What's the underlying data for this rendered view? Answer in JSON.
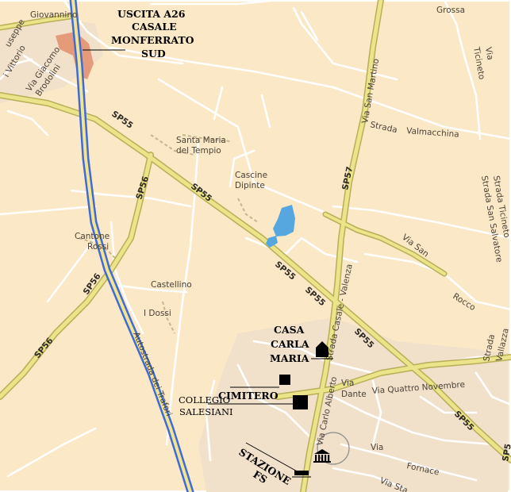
{
  "colors": {
    "background": "#fbe8c6",
    "urban": "#f2e1ca",
    "minor_road": "#ffffff",
    "main_road_fill": "#ebe48a",
    "main_road_casing": "#b9ae58",
    "motorway_fill": "#f3e48f",
    "motorway_casing": "#3e6bd8",
    "junction": "#e59b7a",
    "lake": "#56a7e0",
    "marker": "#000000"
  },
  "labels": {
    "giovannino": "Giovannino",
    "grossa": "Grossa",
    "via_giacomo": "Via Giacomo",
    "brodolini": "Brodolini",
    "useppe": "useppe",
    "vittorio": "i Vittorio",
    "santa_maria": "Santa Maria",
    "del_tempio": "del Tempio",
    "cascine": "Cascine",
    "dipinte": "Dipinte",
    "cantone": "Cantone",
    "rossi": "Rossi",
    "castellino": "Castellino",
    "i_dossi": "I Dossi",
    "via_san_martino": "Via San Martino",
    "strada_valmacchina": "Strada",
    "valmacchina": "Valmacchina",
    "via_ticineto_1": "Via",
    "via_ticineto_2": "Ticineto",
    "strada_ticineto": "Strada Ticineto",
    "strada_san_salvatore": "Strada San Salvatore",
    "strada_casale_valenza": "Strada Casale - Valenza",
    "via_san_rocco_1": "Via San",
    "via_san_rocco_2": "Rocco",
    "via_dante_1": "Via",
    "via_dante_2": "Dante",
    "via_quattro_novembre": "Via Quattro Novembre",
    "via_carlo_alberto": "Via Carlo Alberto",
    "via_fornace_1": "Via",
    "via_fornace_2": "Fornace",
    "via_sta": "Via Sta",
    "strada_vallazza_1": "Strada",
    "strada_vallazza_2": "Vallazza",
    "autostrada": "Autostrada dei Trafori",
    "sp55_a": "SP55",
    "sp55_b": "SP55",
    "sp55_c": "SP55",
    "sp55_d": "SP55",
    "sp55_e": "SP55",
    "sp55_f": "SP55",
    "sp56_a": "SP56",
    "sp56_b": "SP56",
    "sp56_c": "SP56",
    "sp57": "SP57",
    "sp5_edge": "SP5"
  },
  "pois": {
    "uscita_l1": "USCITA A26",
    "uscita_l2": "CASALE",
    "uscita_l3": "MONFERRATO",
    "uscita_l4": "SUD",
    "casa_l1": "CASA",
    "casa_l2": "CARLA",
    "casa_l3": "MARIA",
    "cimitero": "CIMITERO",
    "collegio_l1": "COLLEGIO",
    "collegio_l2": "SALESIANI",
    "stazione_l1": "STAZIONE",
    "stazione_l2": "FS"
  },
  "icons": [
    "house-icon",
    "museum-icon",
    "train-icon"
  ]
}
